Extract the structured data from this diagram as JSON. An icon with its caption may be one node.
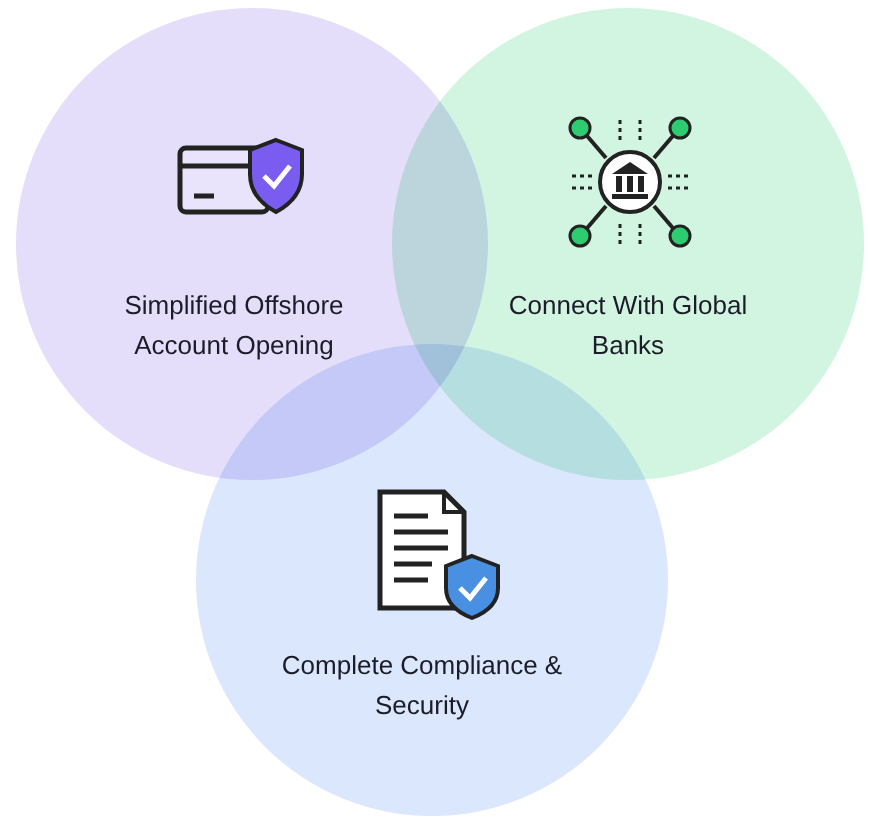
{
  "diagram": {
    "nodes": [
      {
        "text": [
          "Simplified Offshore Account Opening"
        ]
      },
      {
        "text": [
          "Connect With Global Banks"
        ]
      },
      {
        "text": [
          "Complete Compliance & Security"
        ]
      }
    ]
  }
}
